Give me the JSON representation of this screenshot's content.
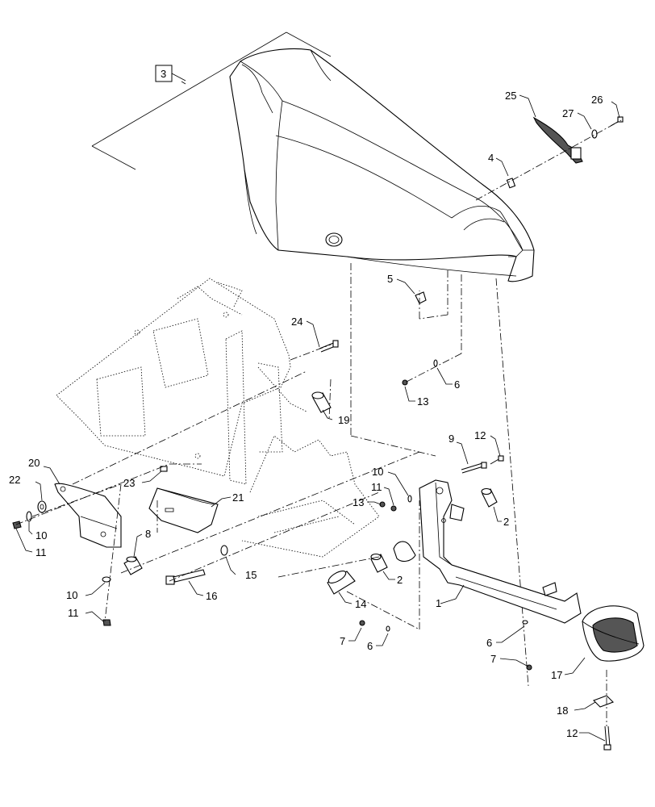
{
  "callouts": [
    {
      "id": "c1",
      "text": "1"
    },
    {
      "id": "c2a",
      "text": "2"
    },
    {
      "id": "c2b",
      "text": "2"
    },
    {
      "id": "c3",
      "text": "3"
    },
    {
      "id": "c4",
      "text": "4"
    },
    {
      "id": "c5",
      "text": "5"
    },
    {
      "id": "c6a",
      "text": "6"
    },
    {
      "id": "c6b",
      "text": "6"
    },
    {
      "id": "c6c",
      "text": "6"
    },
    {
      "id": "c7a",
      "text": "7"
    },
    {
      "id": "c7b",
      "text": "7"
    },
    {
      "id": "c8",
      "text": "8"
    },
    {
      "id": "c9",
      "text": "9"
    },
    {
      "id": "c10a",
      "text": "10"
    },
    {
      "id": "c10b",
      "text": "10"
    },
    {
      "id": "c10c",
      "text": "10"
    },
    {
      "id": "c11a",
      "text": "11"
    },
    {
      "id": "c11b",
      "text": "11"
    },
    {
      "id": "c11c",
      "text": "11"
    },
    {
      "id": "c12a",
      "text": "12"
    },
    {
      "id": "c12b",
      "text": "12"
    },
    {
      "id": "c13a",
      "text": "13"
    },
    {
      "id": "c13b",
      "text": "13"
    },
    {
      "id": "c14",
      "text": "14"
    },
    {
      "id": "c15",
      "text": "15"
    },
    {
      "id": "c16",
      "text": "16"
    },
    {
      "id": "c17",
      "text": "17"
    },
    {
      "id": "c18",
      "text": "18"
    },
    {
      "id": "c19",
      "text": "19"
    },
    {
      "id": "c20",
      "text": "20"
    },
    {
      "id": "c21",
      "text": "21"
    },
    {
      "id": "c22",
      "text": "22"
    },
    {
      "id": "c23",
      "text": "23"
    },
    {
      "id": "c24",
      "text": "24"
    },
    {
      "id": "c25",
      "text": "25"
    },
    {
      "id": "c26",
      "text": "26"
    },
    {
      "id": "c27",
      "text": "27"
    }
  ]
}
